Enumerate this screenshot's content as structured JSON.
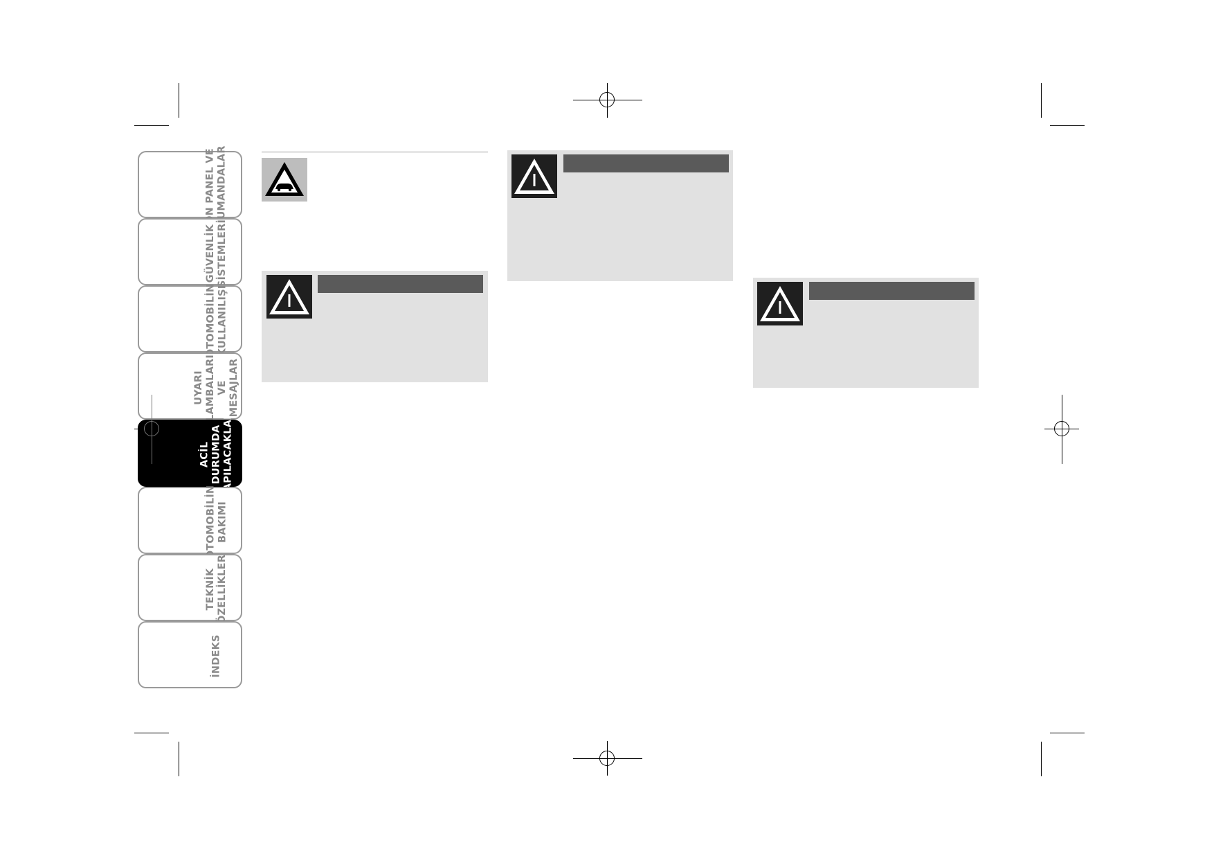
{
  "side_tabs": [
    {
      "label": "ÖN PANEL VE\nKUMANDALAR",
      "active": false
    },
    {
      "label": "GÜVENLİK\nSİSTEMLERİ",
      "active": false
    },
    {
      "label": "OTOMOBİLİN\nKULLANILIŞI",
      "active": false
    },
    {
      "label": "UYARI\nLAMBALARI VE\nMESAJLAR",
      "active": false
    },
    {
      "label": "ACİL DURUMDA\nYAPILACAKLAR",
      "active": true
    },
    {
      "label": "OTOMOBİLİN\nBAKIMI",
      "active": false
    },
    {
      "label": "TEKNİK\nÖZELLİKLER",
      "active": false
    },
    {
      "label": "İNDEKS",
      "active": false
    }
  ],
  "icons": {
    "section_icon": "car-warning-triangle-icon",
    "warning_icon": "warning-triangle-icon"
  },
  "colors": {
    "active_tab": "#000000",
    "tab_border": "#9a9a9a",
    "warning_box": "#e1e1e1",
    "warning_bar": "#5a5a5a",
    "warning_icon_bg": "#1f1f1f"
  }
}
